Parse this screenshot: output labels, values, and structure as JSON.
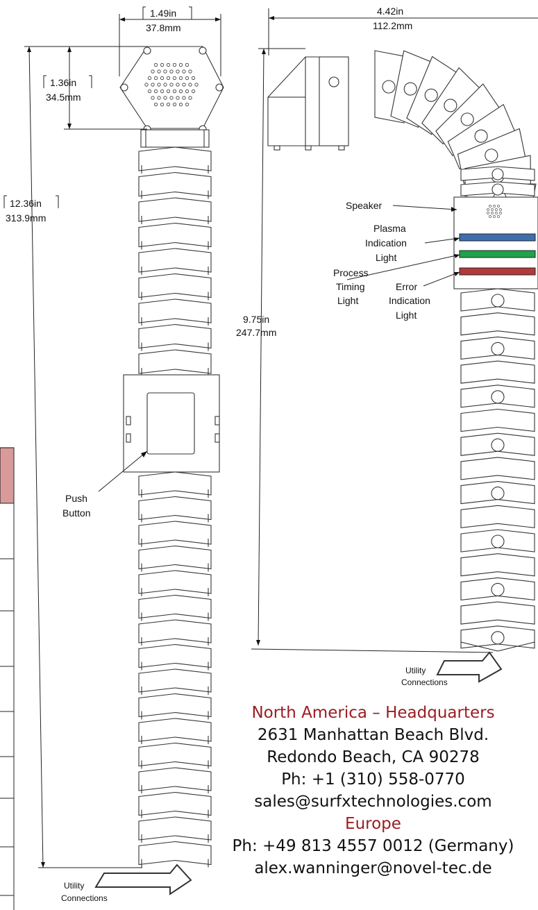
{
  "dimensions": {
    "head_width": {
      "in": "1.49in",
      "mm": "37.8mm"
    },
    "head_height": {
      "in": "1.36in",
      "mm": "34.5mm"
    },
    "total_length": {
      "in": "12.36in",
      "mm": "313.9mm"
    },
    "bent_width": {
      "in": "4.42in",
      "mm": "112.2mm"
    },
    "bent_height": {
      "in": "9.75in",
      "mm": "247.7mm"
    }
  },
  "labels": {
    "speaker": "Speaker",
    "plasma": [
      "Plasma",
      "Indication",
      "Light"
    ],
    "process": [
      "Process",
      "Timing",
      "Light"
    ],
    "error": [
      "Error",
      "Indication",
      "Light"
    ],
    "push_button": [
      "Push",
      "Button"
    ],
    "utility": [
      "Utility",
      "Connections"
    ]
  },
  "indicator_colors": {
    "plasma": "#3e6fad",
    "process": "#1ea34a",
    "error": "#b23a3a"
  },
  "contact": {
    "hq_title": "North America – Headquarters",
    "address1": "2631 Manhattan Beach Blvd.",
    "address2": "Redondo Beach, CA 90278",
    "phone": "Ph: +1 (310) 558-0770",
    "email": "sales@surfxtechnologies.com",
    "europe_title": "Europe",
    "europe_phone": "Ph: +49 813 4557 0012 (Germany)",
    "europe_email": "alex.wanninger@novel-tec.de"
  }
}
